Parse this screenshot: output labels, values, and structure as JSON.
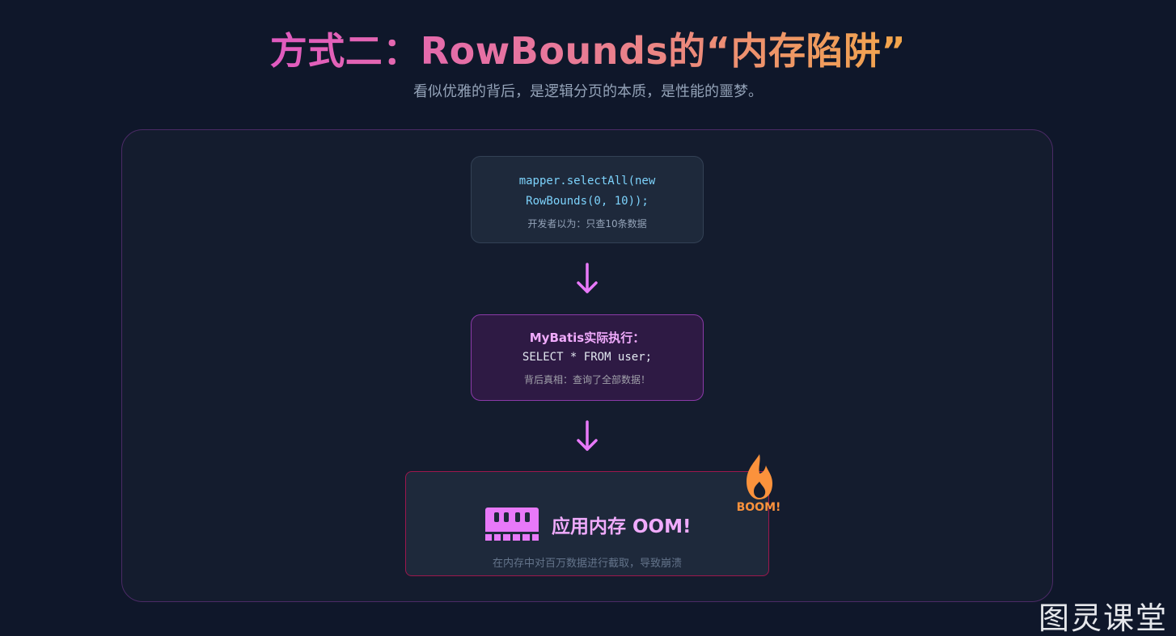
{
  "header": {
    "title": "方式二：RowBounds的“内存陷阱”",
    "subtitle": "看似优雅的背后，是逻辑分页的本质，是性能的噩梦。"
  },
  "flow": {
    "step1": {
      "code": "mapper.selectAll(new RowBounds(0, 10));",
      "note": "开发者以为：只查10条数据"
    },
    "step2": {
      "heading": "MyBatis实际执行：",
      "sql": "SELECT * FROM user;",
      "note": "背后真相：查询了全部数据！"
    },
    "step3": {
      "title": "应用内存 OOM!",
      "note": "在内存中对百万数据进行截取，导致崩溃",
      "icon": "memory-icon",
      "badge_icon": "fire-icon",
      "badge_text": "BOOM!"
    },
    "arrow_icon": "arrow-down-icon"
  },
  "watermark": "图灵课堂",
  "colors": {
    "background": "#0f172a",
    "panel_border": "#4b2a66",
    "code_text": "#7dd3fc",
    "accent_pink": "#f0abfc",
    "arrow": "#e879f9",
    "oom_border": "#9d174d",
    "boom": "#fb923c"
  }
}
